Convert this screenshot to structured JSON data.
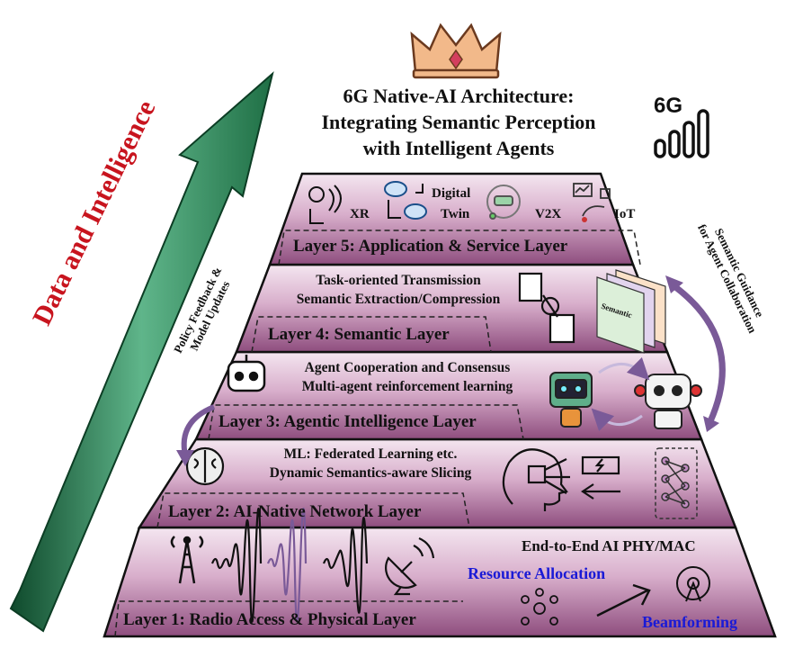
{
  "title": {
    "line1": "6G Native-AI Architecture:",
    "line2": "Integrating Semantic Perception",
    "line3": "with Intelligent Agents"
  },
  "badge": {
    "text": "6G"
  },
  "axis_arrow": {
    "label": "Data and Intelligence",
    "color": "#c8141e"
  },
  "side_labels": {
    "policy": [
      "Policy Feedback &",
      "Model Updates"
    ],
    "semantic": [
      "Semantic Guidance",
      "for Agent Collaboration"
    ]
  },
  "layers": {
    "l5": {
      "label": "Layer 5: Application & Service Layer",
      "apps": {
        "xr": "XR",
        "digital": "Digital",
        "twin": "Twin",
        "v2x": "V2X",
        "iot": "IoT"
      }
    },
    "l4": {
      "label": "Layer 4: Semantic Layer",
      "desc1": "Task-oriented Transmission",
      "desc2": "Semantic Extraction/Compression",
      "card": "Semantic"
    },
    "l3": {
      "label": "Layer 3: Agentic Intelligence Layer",
      "desc1": "Agent Cooperation and Consensus",
      "desc2": "Multi-agent reinforcement learning"
    },
    "l2": {
      "label": "Layer 2: AI-Native Network Layer",
      "desc1": "ML: Federated Learning etc.",
      "desc2": "Dynamic Semantics-aware Slicing"
    },
    "l1": {
      "label": "Layer 1: Radio Access & Physical Layer",
      "desc1": "End-to-End AI PHY/MAC",
      "resource": "Resource Allocation",
      "beam": "Beamforming"
    }
  },
  "colors": {
    "layer_gradient_top": "#efe0ec",
    "layer_gradient_bottom": "#9a5c8a",
    "arrow_green": "#1f6f45",
    "purple_arrow": "#7a5a98",
    "blue_text": "#1a1ad6"
  }
}
